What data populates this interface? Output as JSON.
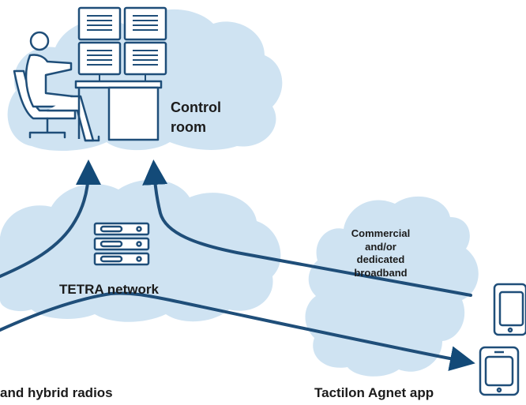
{
  "labels": {
    "control_room": "Control room",
    "tetra_network": "TETRA network",
    "broadband": "Commercial and/or dedicated broadband",
    "radios": "and hybrid radios",
    "app": "Tactilon Agnet app"
  },
  "colors": {
    "cloud": "#cfe3f2",
    "line": "#1f4e79",
    "arrow": "#134a78",
    "text": "#1b1b1b",
    "device_fill": "#ffffff"
  },
  "icons": [
    "operator-person-icon",
    "monitor-wall-icon",
    "desk-icon",
    "server-stack-icon",
    "tablet-icon",
    "smartphone-icon"
  ]
}
